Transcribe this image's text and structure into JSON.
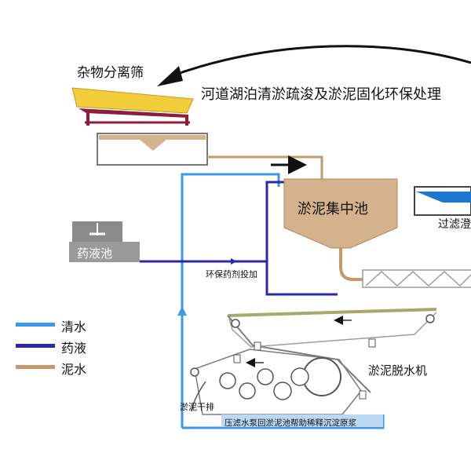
{
  "title": "河道湖泊清淤疏浚及淤泥固化环保处理",
  "labels": {
    "screen": "杂物分离筛",
    "tank": "淤泥集中池",
    "chem_tank": "药液池",
    "filter": "过滤澄",
    "dosing": "环保药剂投加",
    "dewatering": "淤泥脱水机",
    "cake": "淤泥干排",
    "return": "压滤水泵回淤泥池帮助稀释沉淀原浆"
  },
  "legend": [
    {
      "label": "清水",
      "color": "#3a9ae8"
    },
    {
      "label": "药液",
      "color": "#2a2aa8"
    },
    {
      "label": "泥水",
      "color": "#c49a6c"
    }
  ],
  "colors": {
    "clear_water": "#3a9ae8",
    "chemical": "#2a2aa8",
    "mud_water": "#c49a6c",
    "screen_top": "#f2cf3a",
    "screen_frame": "#8c1e3a",
    "tank_fill": "#d4b38c",
    "chem_tank_fill": "#8a8a8a",
    "machine_line": "#7c7c7c",
    "belt_band": "#a8a86a"
  }
}
